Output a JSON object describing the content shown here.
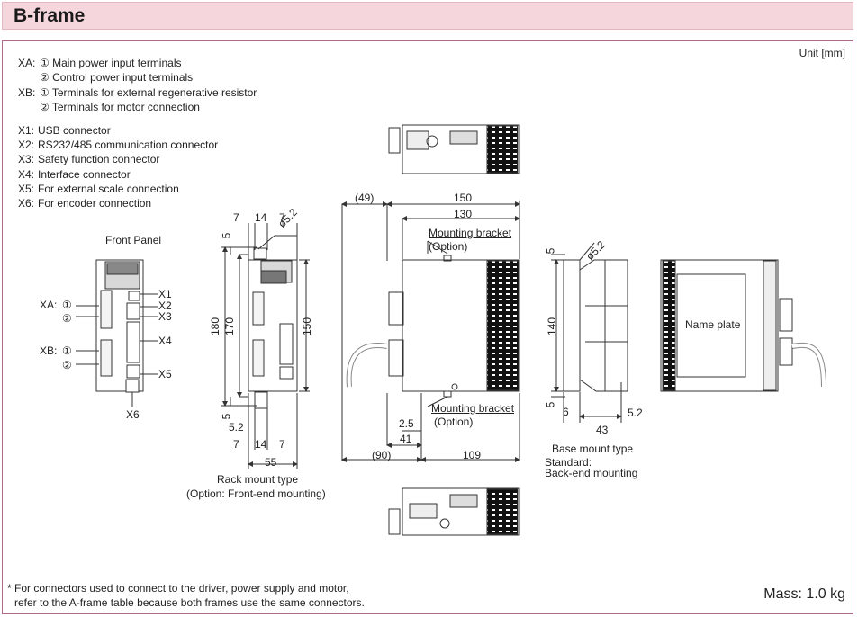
{
  "header": {
    "title": "B-frame"
  },
  "unit": "Unit [mm]",
  "legend": [
    {
      "key": "XA:",
      "text": "① Main power input terminals"
    },
    {
      "key": "",
      "text": "② Control power input terminals"
    },
    {
      "key": "XB:",
      "text": "① Terminals for external regenerative resistor"
    },
    {
      "key": "",
      "text": "② Terminals for motor connection"
    },
    {
      "key": "X1:",
      "text": "USB connector"
    },
    {
      "key": "X2:",
      "text": "RS232/485 communication connector"
    },
    {
      "key": "X3:",
      "text": "Safety function connector"
    },
    {
      "key": "X4:",
      "text": "Interface connector"
    },
    {
      "key": "X5:",
      "text": "For external scale connection"
    },
    {
      "key": "X6:",
      "text": "For encoder connection"
    }
  ],
  "front_panel": {
    "title": "Front Panel",
    "xa": "XA:",
    "xb": "XB:",
    "c1": "①",
    "c2": "②",
    "x1": "X1",
    "x2": "X2",
    "x3": "X3",
    "x4": "X4",
    "x5": "X5",
    "x6": "X6"
  },
  "rack": {
    "d_top_7a": "7",
    "d_top_14": "14",
    "d_top_7b": "7",
    "d_hole": "ø5.2",
    "d_5_top": "5",
    "d_180": "180",
    "d_170": "170",
    "d_150": "150",
    "d_5_bot": "5",
    "d_52": "5.2",
    "d_bot_7a": "7",
    "d_bot_14": "14",
    "d_bot_7b": "7",
    "d_55": "55",
    "caption1": "Rack mount type",
    "caption2": "(Option: Front-end mounting)"
  },
  "side": {
    "d_49": "(49)",
    "d_150": "150",
    "d_130": "130",
    "bracket_top": "Mounting bracket",
    "bracket_top_opt": "(Option)",
    "bracket_bot": "Mounting bracket",
    "bracket_bot_opt": "(Option)",
    "d_25": "2.5",
    "d_41": "41",
    "d_90": "(90)",
    "d_109": "109"
  },
  "base": {
    "d_5_top": "5",
    "d_hole": "ø5.2",
    "d_140": "140",
    "d_5_bot": "5",
    "d_6": "6",
    "d_43": "43",
    "d_52": "5.2",
    "caption1": "Base mount type",
    "caption2": "Standard:",
    "caption3": "Back-end mounting"
  },
  "nameplate": "Name plate",
  "footnote1": "* For connectors used to connect to the driver, power supply and motor,",
  "footnote2": "refer to the A-frame table because both frames use the same connectors.",
  "mass": "Mass: 1.0 kg",
  "colors": {
    "header_bg": "#f5d6dc",
    "frame_border": "#b06a8c",
    "line": "#333333"
  }
}
